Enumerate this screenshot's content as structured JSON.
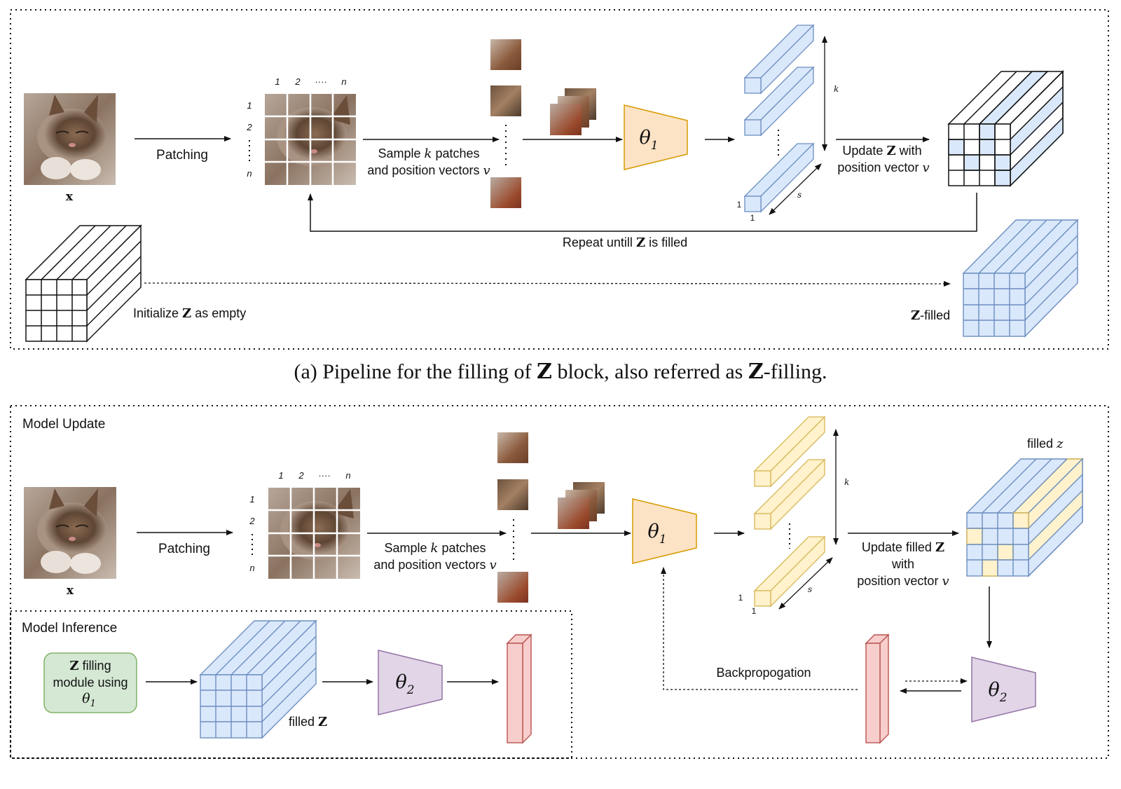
{
  "caption_a": {
    "prefix": "(a) Pipeline for the filling of",
    "z": "Z",
    "middle": "block, also referred as",
    "z2": "Z",
    "suffix": "-filling."
  },
  "panel_a": {
    "input_label": "x",
    "patching_label": "Patching",
    "grid_col_labels": [
      "1",
      "2",
      "····",
      "n"
    ],
    "grid_row_labels": [
      "1",
      "2",
      "n"
    ],
    "sample_line1_pre": "Sample",
    "sample_k": "k",
    "sample_line1_post": "patches",
    "sample_line2": "and position vectors",
    "sample_v": "v",
    "encoder_symbol": "θ",
    "encoder_sub": "1",
    "dim_k": "k",
    "dim_s": "s",
    "axis_one": "1",
    "update_line1_pre": "Update",
    "update_z": "Z",
    "update_line1_post": "with",
    "update_line2": "position vector",
    "update_v": "v",
    "repeat_pre": "Repeat untill",
    "repeat_z": "Z",
    "repeat_post": "is filled",
    "init_pre": "Initialize",
    "init_z": "Z",
    "init_post": "as empty",
    "filled_z": "Z",
    "filled_suffix": "-filled"
  },
  "panel_b": {
    "model_update_title": "Model Update",
    "model_inference_title": "Model Inference",
    "input_label": "x",
    "patching_label": "Patching",
    "grid_col_labels": [
      "1",
      "2",
      "····",
      "n"
    ],
    "grid_row_labels": [
      "1",
      "2",
      "n"
    ],
    "sample_line1_pre": "Sample",
    "sample_k": "k",
    "sample_line1_post": "patches",
    "sample_line2": "and position vectors",
    "sample_v": "v",
    "encoder1_symbol": "θ",
    "encoder1_sub": "1",
    "encoder2_symbol": "θ",
    "encoder2_sub": "2",
    "dim_k": "k",
    "dim_s": "s",
    "axis_one": "1",
    "filled_z_label_pre": "filled",
    "filled_z_label_var": "z",
    "update_line1_pre": "Update filled",
    "update_z": "Z",
    "update_line2": "with",
    "update_line3": "position vector",
    "update_v": "v",
    "backprop_label": "Backpropogation",
    "module_z": "Z",
    "module_line1_post": "filling",
    "module_line2": "module using",
    "module_theta": "θ",
    "module_theta_sub": "1",
    "inference_filled_pre": "filled",
    "inference_filled_z": "Z"
  },
  "colors": {
    "blue_fill": "#dae8fc",
    "blue_stroke": "#6c8ebf",
    "orange_fill": "#fce3c6",
    "orange_stroke": "#d79b00",
    "yellow_fill": "#fff2cc",
    "yellow_stroke": "#d6b656",
    "purple_fill": "#e1d5e7",
    "purple_stroke": "#9673a6",
    "red_fill": "#f8cecc",
    "red_stroke": "#b85450",
    "green_fill": "#d5e8d4",
    "green_stroke": "#82b366"
  }
}
